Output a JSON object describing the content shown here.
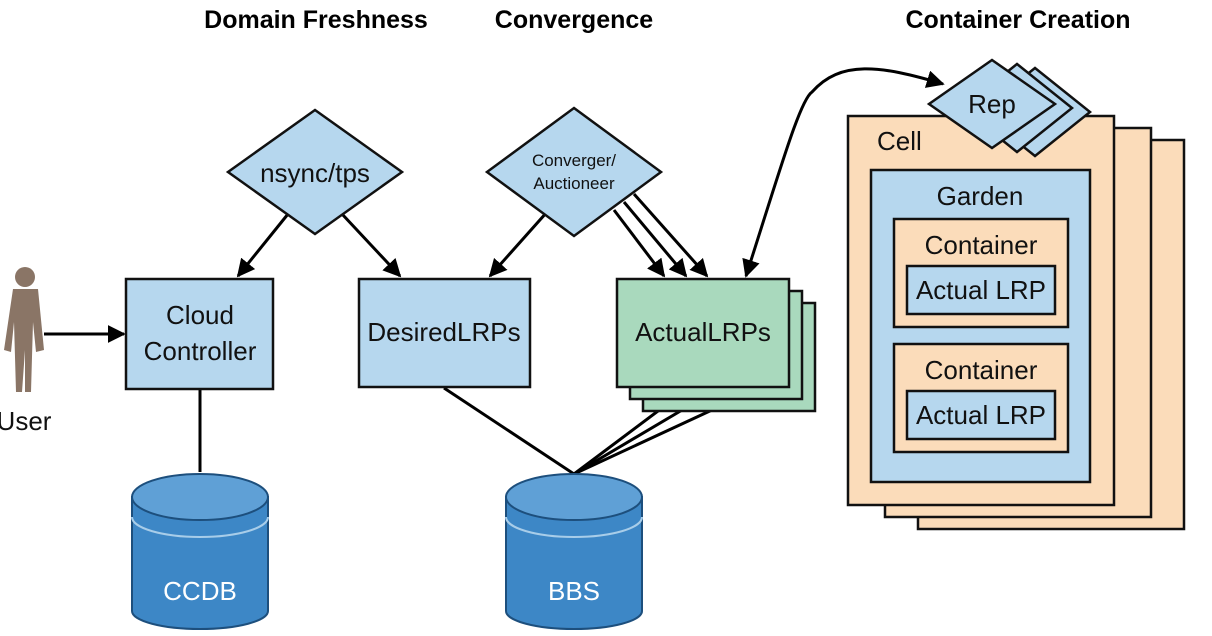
{
  "titles": {
    "domain_freshness": "Domain Freshness",
    "convergence": "Convergence",
    "container_creation": "Container Creation"
  },
  "actors": {
    "user": "User"
  },
  "components": {
    "nsync": "nsync/tps",
    "converger_line1": "Converger/",
    "converger_line2": "Auctioneer",
    "rep": "Rep",
    "cloud_controller_line1": "Cloud",
    "cloud_controller_line2": "Controller",
    "desired_lrps": "DesiredLRPs",
    "actual_lrps": "ActualLRPs",
    "cell": "Cell",
    "garden": "Garden",
    "container_1": "Container",
    "actual_lrp_1": "Actual LRP",
    "container_2": "Container",
    "actual_lrp_2": "Actual LRP"
  },
  "databases": {
    "ccdb": "CCDB",
    "bbs": "BBS"
  },
  "colors": {
    "box_blue": "#b6d7ee",
    "box_green": "#a9d9bd",
    "box_tan": "#fbdcba",
    "db_blue": "#3d87c6",
    "person": "#8a7566"
  }
}
